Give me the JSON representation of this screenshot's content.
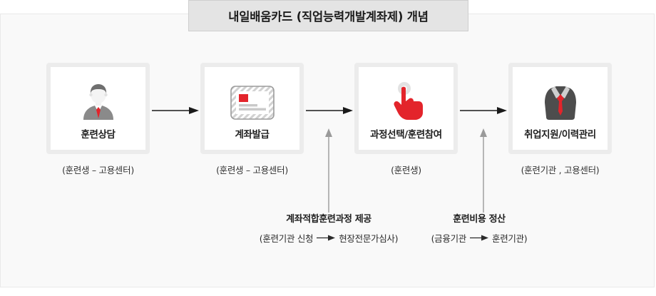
{
  "title": {
    "text": "내일배움카드 (직업능력개발계좌제) 개념"
  },
  "diagram": {
    "steps": [
      {
        "icon": "person-consultant-icon",
        "label": "훈련상담",
        "caption": "(훈련생 – 고용센터)"
      },
      {
        "icon": "account-card-icon",
        "label": "계좌발급",
        "caption": "(훈련생 – 고용센터)"
      },
      {
        "icon": "pointing-hand-click-icon",
        "label": "과정선택/훈련참여",
        "caption": "(훈련생)"
      },
      {
        "icon": "suit-tie-icon",
        "label": "취업지원/이력관리",
        "caption": "(훈련기관 , 고용센터)"
      }
    ],
    "notes": [
      {
        "title": "계좌적합훈련과정 제공",
        "from": "(훈련기관 신청",
        "to": "현장전문가심사)"
      },
      {
        "title": "훈련비용 정산",
        "from": "(금융기관",
        "to": "훈련기관)"
      }
    ]
  },
  "colors": {
    "accent_red": "#e3242b",
    "icon_gray": "#7c7c7c",
    "suit_dark": "#4d4d4d",
    "panel_bg": "#f9f9f9",
    "title_bg": "#e4e4e4",
    "card_border": "#ececec",
    "arrow_dark": "#1a1a1a",
    "arrow_gray": "#9a9a9a"
  }
}
